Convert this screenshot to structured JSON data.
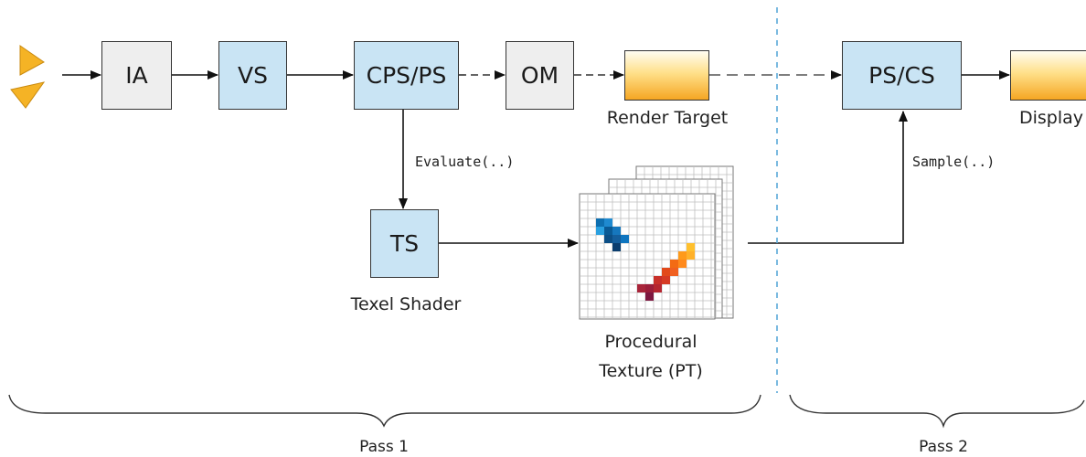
{
  "nodes": {
    "ia": "IA",
    "vs": "VS",
    "cps_ps": "CPS/PS",
    "om": "OM",
    "ts": "TS",
    "ps_cs": "PS/CS"
  },
  "labels": {
    "render_target": "Render Target",
    "display": "Display",
    "evaluate_call": "Evaluate(..)",
    "sample_call": "Sample(..)",
    "texel_shader": "Texel Shader",
    "procedural_texture_line1": "Procedural",
    "procedural_texture_line2": "Texture (PT)",
    "pass1": "Pass 1",
    "pass2": "Pass 2"
  },
  "colors": {
    "shader_stage_fill": "#c9e4f4",
    "fixed_stage_fill": "#eeeeee",
    "render_target_fill_top": "#fffdf2",
    "render_target_fill_bottom": "#f5a623",
    "input_triangle": "#f5b325",
    "pass_divider": "#5aa8d8"
  }
}
